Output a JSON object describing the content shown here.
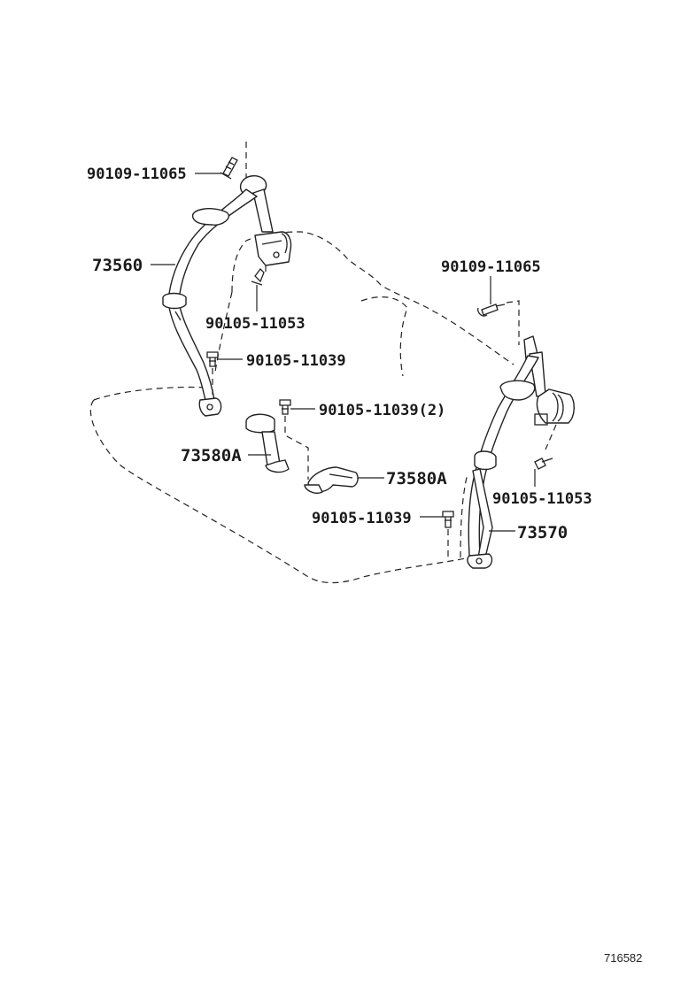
{
  "labels": {
    "bolt_upper_left": "90109-11065",
    "belt_left": "73560",
    "bolt_retractor_left": "90105-11053",
    "bolt_anchor_left": "90105-11039",
    "bolt_buckle": "90105-11039(2)",
    "buckle_left": "73580A",
    "buckle_right": "73580A",
    "bolt_anchor_right": "90105-11039",
    "bolt_upper_right": "90109-11065",
    "bolt_retractor_right": "90105-11053",
    "belt_right": "73570"
  },
  "diagram_id": "716582",
  "colors": {
    "line": "#222222",
    "background": "#ffffff"
  }
}
